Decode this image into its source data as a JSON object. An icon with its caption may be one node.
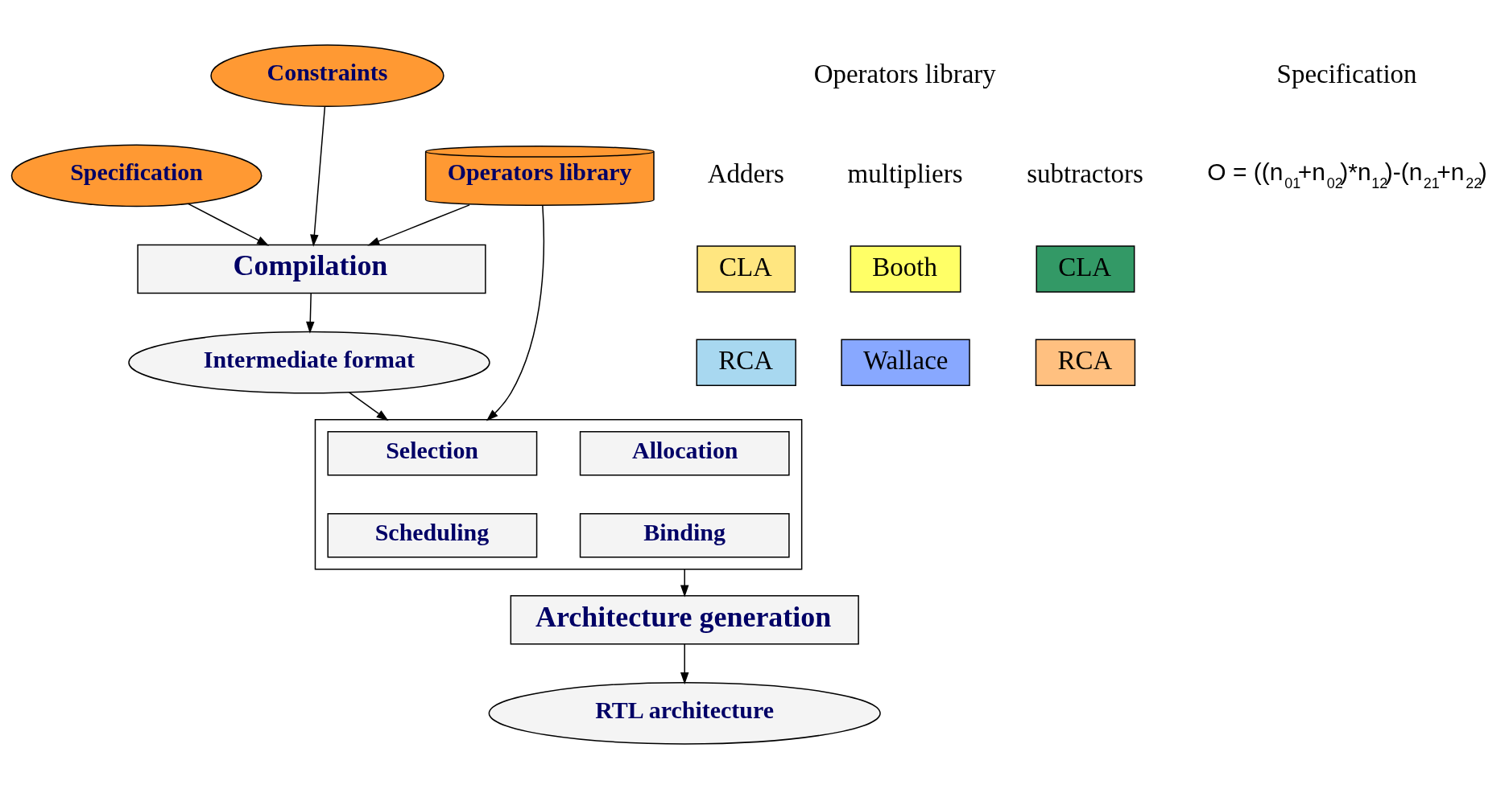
{
  "diagram": {
    "nodes": [
      {
        "text": [
          "Constraints"
        ]
      },
      {
        "text": [
          "Operators library"
        ]
      },
      {
        "text": [
          "Specification"
        ]
      },
      {
        "text": [
          "Compilation"
        ]
      },
      {
        "text": [
          "Intermediate format"
        ]
      },
      {
        "text": [],
        "shape": "box"
      },
      {
        "text": [
          "Selection"
        ],
        "in": 5
      },
      {
        "text": [
          "Allocation"
        ],
        "in": 5
      },
      {
        "text": [
          "Scheduling"
        ],
        "in": 5
      },
      {
        "text": [
          "Binding"
        ],
        "in": 5
      },
      {
        "text": [
          "Architecture generation"
        ]
      },
      {
        "text": [
          "RTL architecture"
        ]
      },
      {
        "text": [
          "CLA"
        ]
      },
      {
        "text": [
          "Booth"
        ]
      },
      {
        "text": [
          "CLA"
        ]
      },
      {
        "text": [
          "RCA"
        ]
      },
      {
        "text": [
          "Wallace"
        ]
      },
      {
        "text": [
          "RCA"
        ]
      }
    ],
    "edges": [
      {
        "from": 2,
        "to": 3,
        "arrow": "to"
      },
      {
        "from": 0,
        "to": 3,
        "arrow": "to"
      },
      {
        "from": 1,
        "to": 3,
        "arrow": "to"
      },
      {
        "from": 1,
        "to": 5,
        "arrow": "to"
      },
      {
        "from": 3,
        "to": 4,
        "arrow": "to"
      },
      {
        "from": 4,
        "to": 5,
        "arrow": "to"
      },
      {
        "from": 5,
        "to": 10,
        "arrow": "to"
      },
      {
        "from": 10,
        "to": 11,
        "arrow": "to"
      }
    ],
    "labels": [
      "Operators library",
      "Specification",
      "Adders",
      "multipliers",
      "subtractors",
      "O = ((n$_{01}$+n$_{02}$)*n$_{12}$)-(n$_{21}$+n$_{22}$)"
    ]
  }
}
